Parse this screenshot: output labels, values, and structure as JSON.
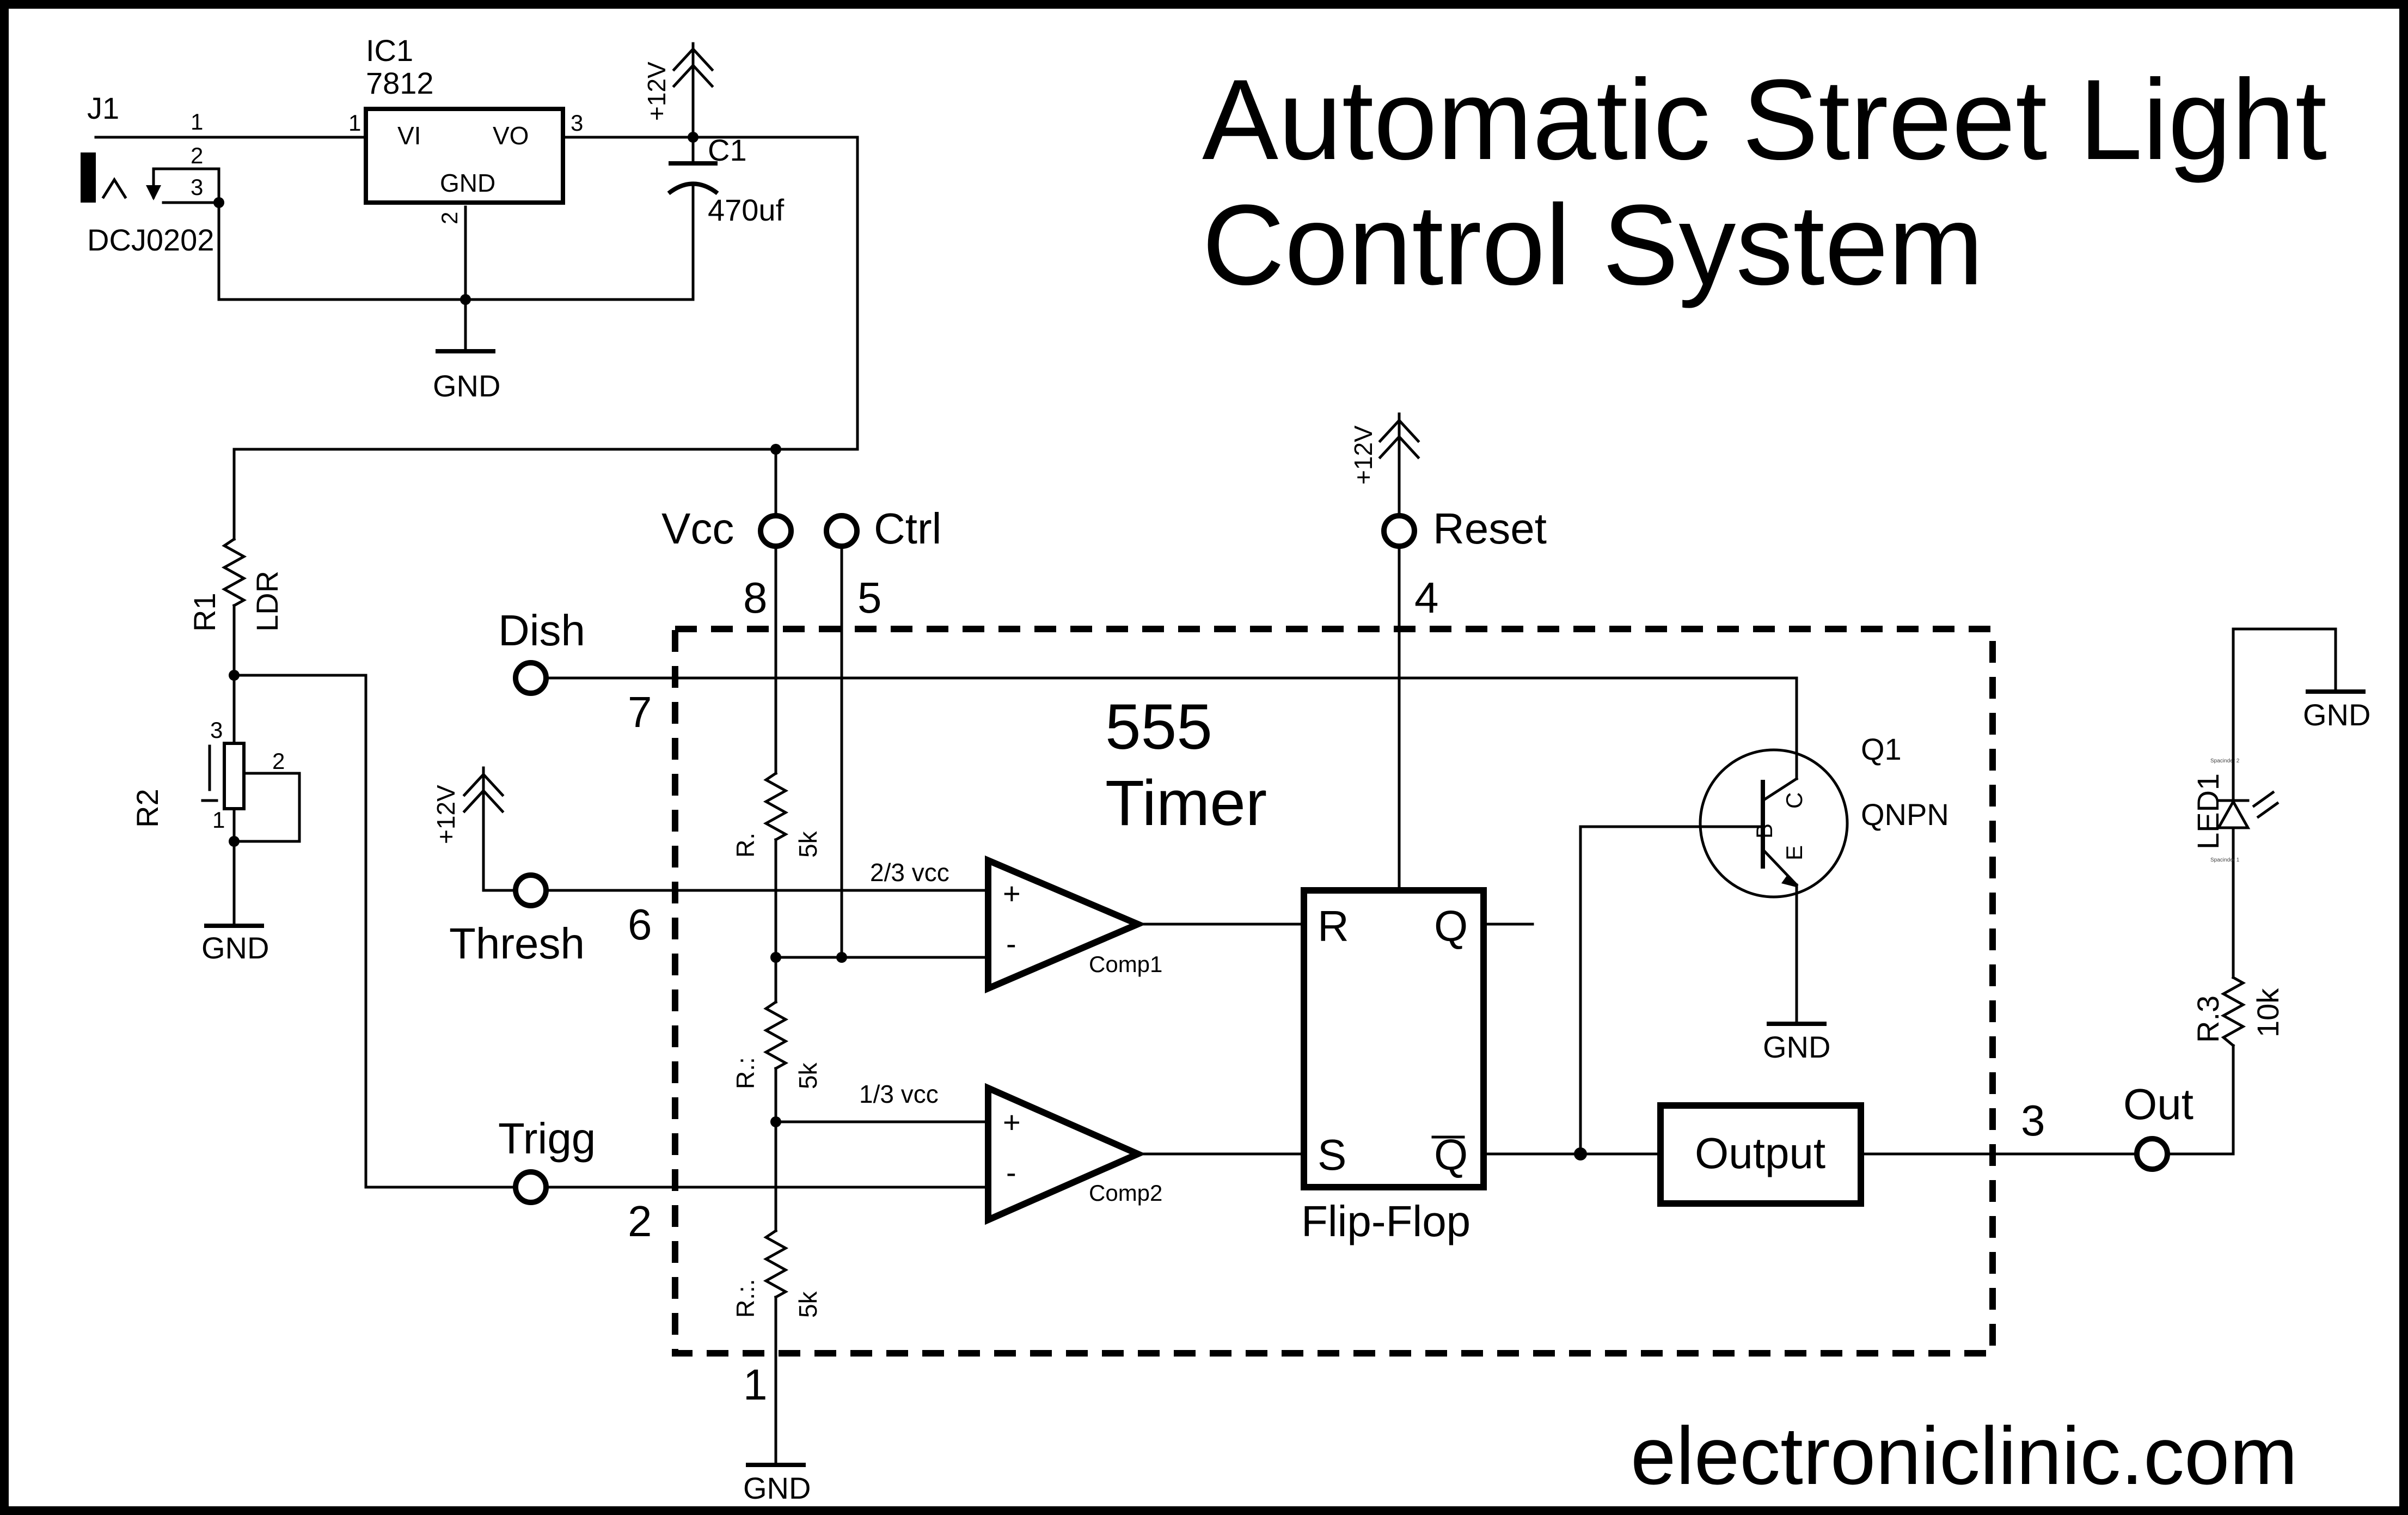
{
  "title": {
    "line1": "Automatic Street Light",
    "line2": "Control System"
  },
  "website": "electroniclinic.com",
  "power": {
    "jack": {
      "ref": "J1",
      "part": "DCJ0202",
      "pins": [
        "1",
        "2",
        "3"
      ]
    },
    "regulator": {
      "ref": "IC1",
      "part": "7812",
      "vi": "VI",
      "vo": "VO",
      "gnd": "GND",
      "pin_in": "1",
      "pin_gnd": "2",
      "pin_out": "3"
    },
    "capacitor": {
      "ref": "C1",
      "value": "470uf"
    },
    "supply_label": "+12V",
    "gnd_label": "GND"
  },
  "sensor": {
    "ldr": {
      "ref": "R1",
      "value": "LDR"
    },
    "pot": {
      "ref": "R2",
      "pins": [
        "3",
        "2",
        "1"
      ]
    }
  },
  "timer": {
    "name_line1": "555",
    "name_line2": "Timer",
    "pins": {
      "vcc": {
        "label": "Vcc",
        "num": "8"
      },
      "ctrl": {
        "label": "Ctrl",
        "num": "5"
      },
      "reset": {
        "label": "Reset",
        "num": "4"
      },
      "dish": {
        "label": "Dish",
        "num": "7"
      },
      "thresh": {
        "label": "Thresh",
        "num": "6"
      },
      "trigg": {
        "label": "Trigg",
        "num": "2"
      },
      "gnd": {
        "num": "1"
      },
      "out": {
        "label": "Out",
        "num": "3"
      }
    },
    "divider": [
      {
        "ref": "R.",
        "value": "5k"
      },
      {
        "ref": "R.:",
        "value": "5k"
      },
      {
        "ref": "R.:.",
        "value": "5k"
      }
    ],
    "comp1": {
      "label": "Comp1",
      "ref_label": "2/3 vcc",
      "plus": "+",
      "minus": "-"
    },
    "comp2": {
      "label": "Comp2",
      "ref_label": "1/3 vcc",
      "plus": "+",
      "minus": "-"
    },
    "flipflop": {
      "label": "Flip-Flop",
      "r": "R",
      "s": "S",
      "q": "Q",
      "qbar": "Q"
    },
    "output_block": "Output",
    "transistor": {
      "ref": "Q1",
      "type": "QNPN",
      "b": "B",
      "c": "C",
      "e": "E"
    }
  },
  "led": {
    "ref": "LED1",
    "resistor": {
      "ref": "R.3",
      "value": "10k"
    },
    "tiny_labels": [
      "Spacinder 2",
      "Spacinder 1"
    ]
  },
  "colors": {
    "ink": "#000000",
    "background": "#ffffff"
  }
}
